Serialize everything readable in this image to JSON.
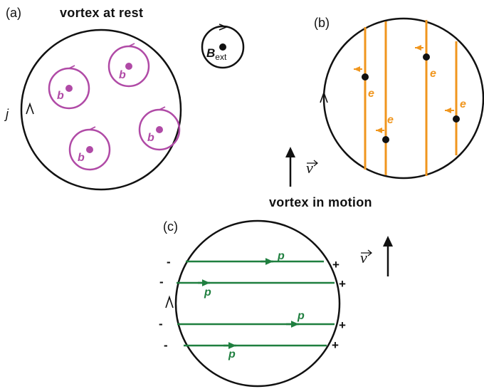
{
  "colors": {
    "outline": "#111111",
    "bubble": "#b04aa6",
    "electron": "#f0961e",
    "proton": "#1f7f3f"
  },
  "panel_a": {
    "label": "(a)",
    "title": "vortex at rest",
    "current_label": "j",
    "bubble_label": "b",
    "ext_field_label": "B",
    "ext_field_subscript": "ext"
  },
  "panel_b": {
    "label": "(b)",
    "electron_label": "e"
  },
  "motion": {
    "velocity_symbol": "v",
    "caption": "vortex in motion"
  },
  "panel_c": {
    "label": "(c)",
    "proton_label": "p",
    "minus_sign": "-",
    "plus_sign": "+",
    "velocity_symbol": "v"
  },
  "icons": [
    "circulation-arrow-icon",
    "velocity-arrow-icon"
  ]
}
